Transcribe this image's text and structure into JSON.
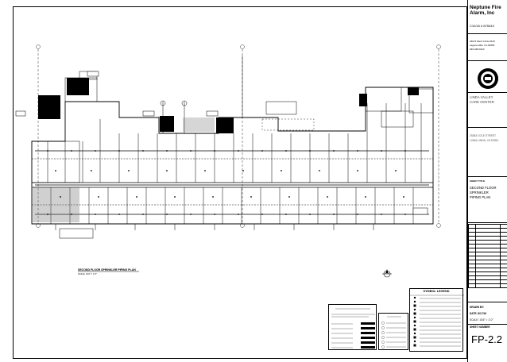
{
  "company": {
    "name_line1": "Neptune Fire",
    "name_line2": "Alarm, Inc",
    "license": "C10/16 # 875043",
    "address_line1": "26072 Merit Circle #115",
    "address_line2": "Laguna Hills, CA 92653",
    "phone": "949-348-9110"
  },
  "project": {
    "name_line1": "LINDA VALLEY",
    "name_line2": "CARE CENTER",
    "address_line1": "25383 COLE STREET",
    "address_line2": "LOMA LINDA, CA 92354"
  },
  "sheet": {
    "title_label": "SHEET TITLE",
    "title_line1": "SECOND FLOOR",
    "title_line2": "SPRINKLER",
    "title_line3": "PIPING PLAN",
    "drawn_by": "DRAWN BY:",
    "date": "DATE: 8/17/16",
    "scale": "SCALE: 1/16\" = 1'-0\"",
    "sheet_number_label": "SHEET NUMBER",
    "sheet_number": "FP-2.2"
  },
  "plan": {
    "caption": "SECOND FLOOR SPRINKLER PIPING PLAN",
    "scale": "SCALE: 1/16\" = 1'-0\""
  },
  "legend": {
    "title": "SYMBOL LEGEND"
  },
  "icons": {
    "north_arrow": "north-arrow-icon",
    "logo": "company-seal-icon"
  }
}
